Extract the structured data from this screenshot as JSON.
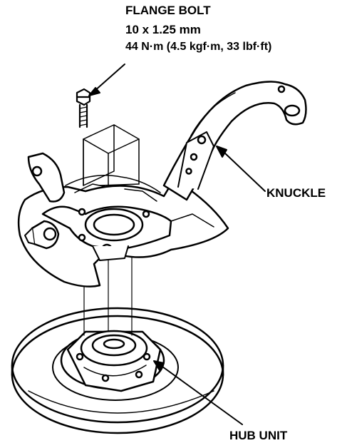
{
  "callouts": {
    "flange_bolt": {
      "title": "FLANGE BOLT",
      "size": "10 x 1.25 mm",
      "torque": "44 N·m (4.5 kgf·m, 33 lbf·ft)"
    },
    "knuckle": "KNUCKLE",
    "hub_unit": "HUB UNIT"
  },
  "colors": {
    "line": "#000000",
    "background": "#ffffff"
  }
}
